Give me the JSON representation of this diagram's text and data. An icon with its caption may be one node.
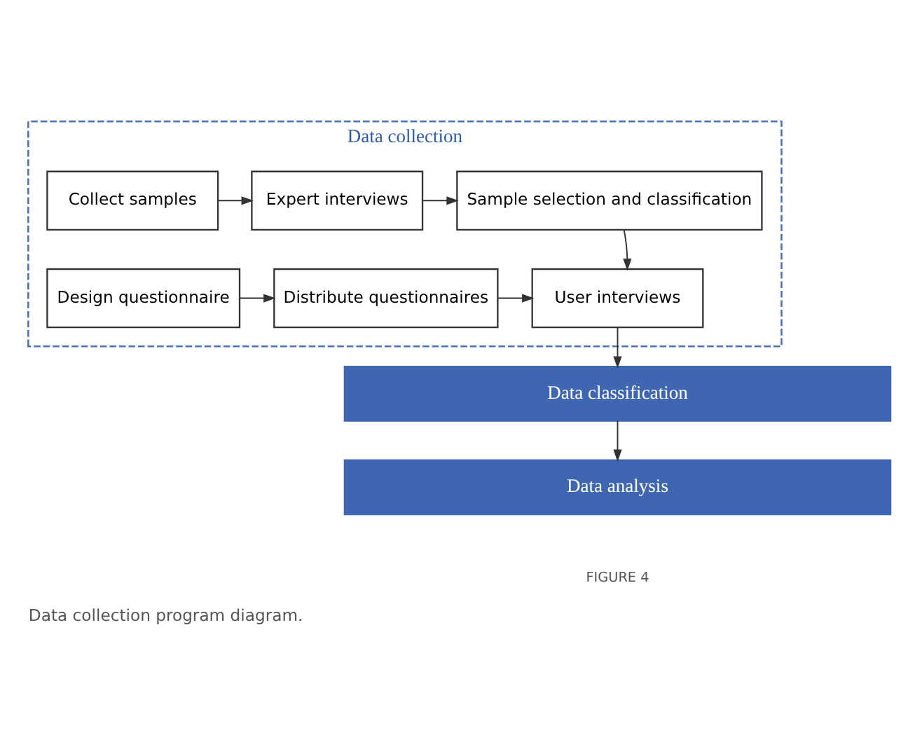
{
  "diagram": {
    "caption": "Data collection program diagram.",
    "nodes": [
      {
        "text": [
          "Data collection"
        ]
      },
      {
        "text": [
          "Collect samples"
        ],
        "in": 0
      },
      {
        "text": [
          "Expert interviews"
        ],
        "in": 0
      },
      {
        "text": [
          "Sample selection and classification"
        ],
        "in": 0
      },
      {
        "text": [
          "Design questionnaire"
        ],
        "in": 0
      },
      {
        "text": [
          "Distribute questionnaires"
        ],
        "in": 0
      },
      {
        "text": [
          "User interviews"
        ],
        "in": 0
      },
      {
        "text": [
          "Data classification"
        ]
      },
      {
        "text": [
          "Data analysis"
        ]
      }
    ],
    "edges": [
      {
        "from": 1,
        "to": 2,
        "arrow": "to"
      },
      {
        "from": 2,
        "to": 3,
        "arrow": "to"
      },
      {
        "from": 3,
        "to": 6,
        "arrow": "to"
      },
      {
        "from": 4,
        "to": 5,
        "arrow": "to"
      },
      {
        "from": 5,
        "to": 6,
        "arrow": "to"
      },
      {
        "from": 6,
        "to": 7,
        "arrow": "to"
      },
      {
        "from": 7,
        "to": 8,
        "arrow": "to"
      }
    ],
    "labels": [
      "FIGURE 4"
    ]
  }
}
